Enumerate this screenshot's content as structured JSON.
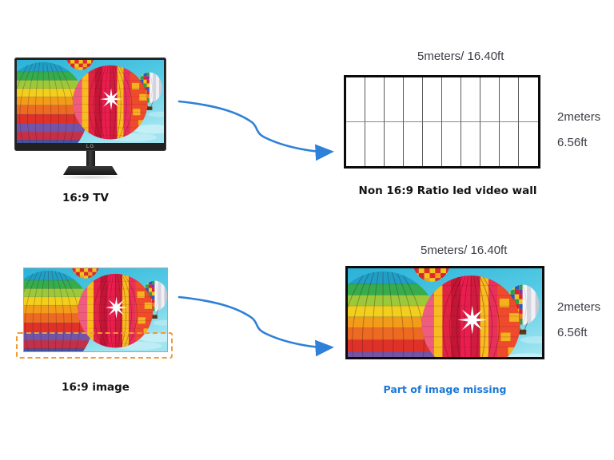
{
  "colors": {
    "arrow_blue": "#2e80d8",
    "missing_text_blue": "#1b78d4",
    "crop_highlight_orange": "#f09a38",
    "dimension_text": "#3c3c45",
    "caption_text": "#141414"
  },
  "monitor": {
    "brand_logo": "LG",
    "caption": "16:9 TV"
  },
  "video_wall": {
    "width_label": "5meters/ 16.40ft",
    "height_label_line1": "2meters",
    "height_label_line2": "6.56ft",
    "caption": "Non 16:9 Ratio led video wall",
    "grid": {
      "columns": 10,
      "rows": 2
    }
  },
  "source_image": {
    "caption": "16:9 image"
  },
  "wall_display": {
    "width_label": "5meters/ 16.40ft",
    "height_label_line1": "2meters",
    "height_label_line2": "6.56ft",
    "caption": "Part of image missing"
  }
}
